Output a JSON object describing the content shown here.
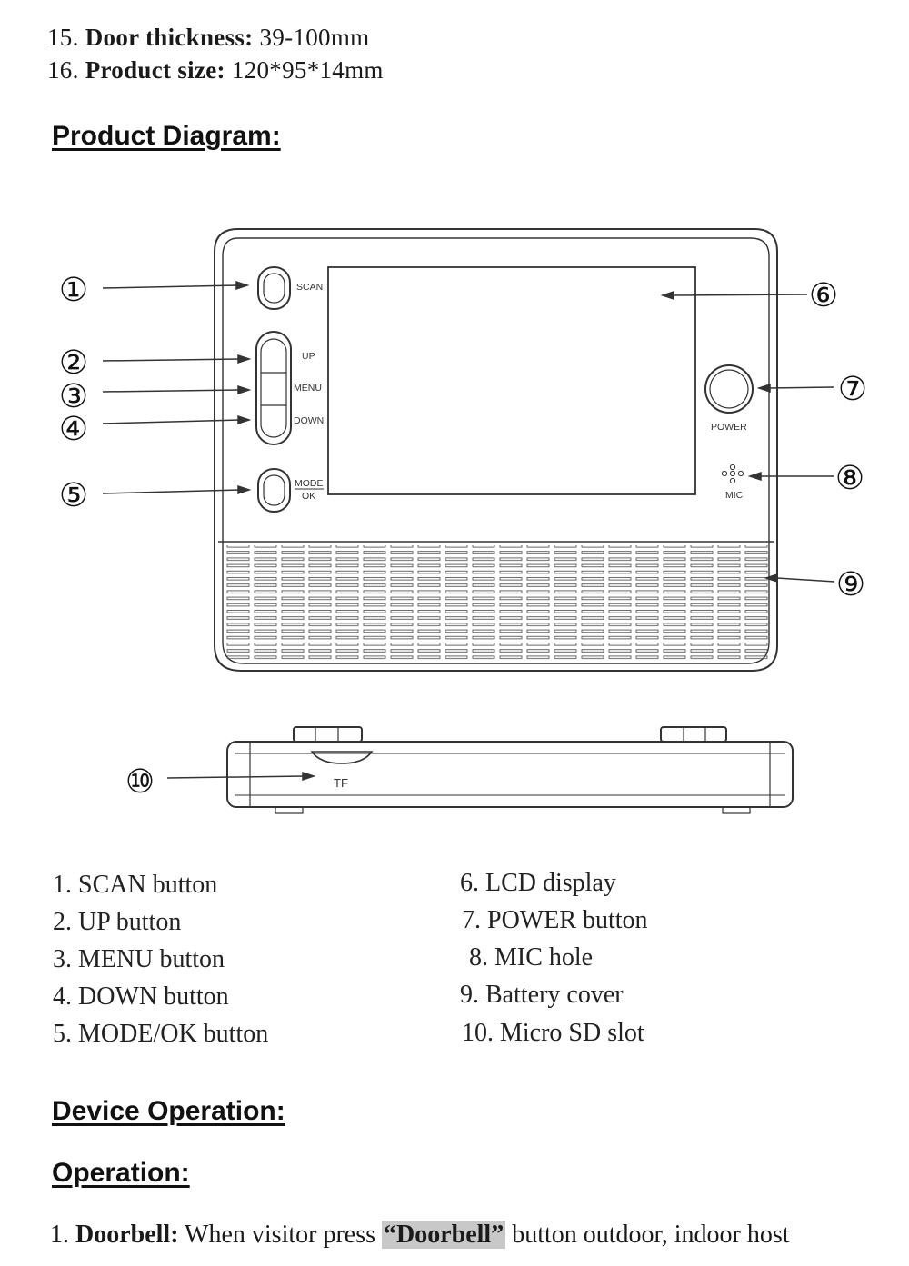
{
  "specs": [
    {
      "num": "15.",
      "label": "Door thickness:",
      "value": "39-100mm"
    },
    {
      "num": "16.",
      "label": "Product size:",
      "value": "120*95*14mm"
    }
  ],
  "headings": {
    "product_diagram": "Product Diagram:",
    "device_operation": "Device Operation:",
    "operation": "Operation:"
  },
  "diagram": {
    "callouts": [
      "①",
      "②",
      "③",
      "④",
      "⑤",
      "⑥",
      "⑦",
      "⑧",
      "⑨",
      "⑩"
    ],
    "labels": {
      "scan": "SCAN",
      "up": "UP",
      "menu": "MENU",
      "down": "DOWN",
      "mode": "MODE",
      "ok": "OK",
      "power": "POWER",
      "mic": "MIC",
      "tf": "TF"
    }
  },
  "legend": {
    "left": [
      "1.  SCAN button",
      "2.  UP button",
      "3.  MENU button",
      "4.  DOWN button",
      "5.  MODE/OK button"
    ],
    "right": [
      "6. LCD display",
      "7. POWER button",
      "8. MIC hole",
      "9. Battery cover",
      "10. Micro SD slot"
    ]
  },
  "operation_1": {
    "num": "1.",
    "label": "Doorbell:",
    "text_a": "When visitor press",
    "highlight": "“Doorbell”",
    "text_b": "button outdoor, indoor host"
  }
}
